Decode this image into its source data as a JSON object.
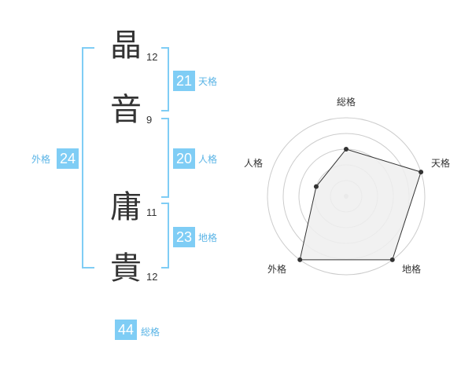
{
  "characters": [
    {
      "char": "晶",
      "strokes": "12"
    },
    {
      "char": "音",
      "strokes": "9"
    },
    {
      "char": "庸",
      "strokes": "11"
    },
    {
      "char": "貴",
      "strokes": "12"
    }
  ],
  "fortunes": {
    "tenkaku": {
      "value": "21",
      "label": "天格"
    },
    "jinkaku": {
      "value": "20",
      "label": "人格"
    },
    "chikaku": {
      "value": "23",
      "label": "地格"
    },
    "gaikaku": {
      "value": "24",
      "label": "外格"
    },
    "soukaku": {
      "value": "44",
      "label": "総格"
    }
  },
  "colors": {
    "accent": "#7fcdf5",
    "accent_text": "#5ab4e6",
    "text": "#333333",
    "radar_fill": "#eeeeee",
    "radar_grid": "#cccccc"
  },
  "chart_data": {
    "type": "radar",
    "axes": [
      "総格",
      "天格",
      "地格",
      "外格",
      "人格"
    ],
    "values": [
      3,
      5,
      5,
      5,
      2
    ],
    "max": 5,
    "grid": true
  }
}
